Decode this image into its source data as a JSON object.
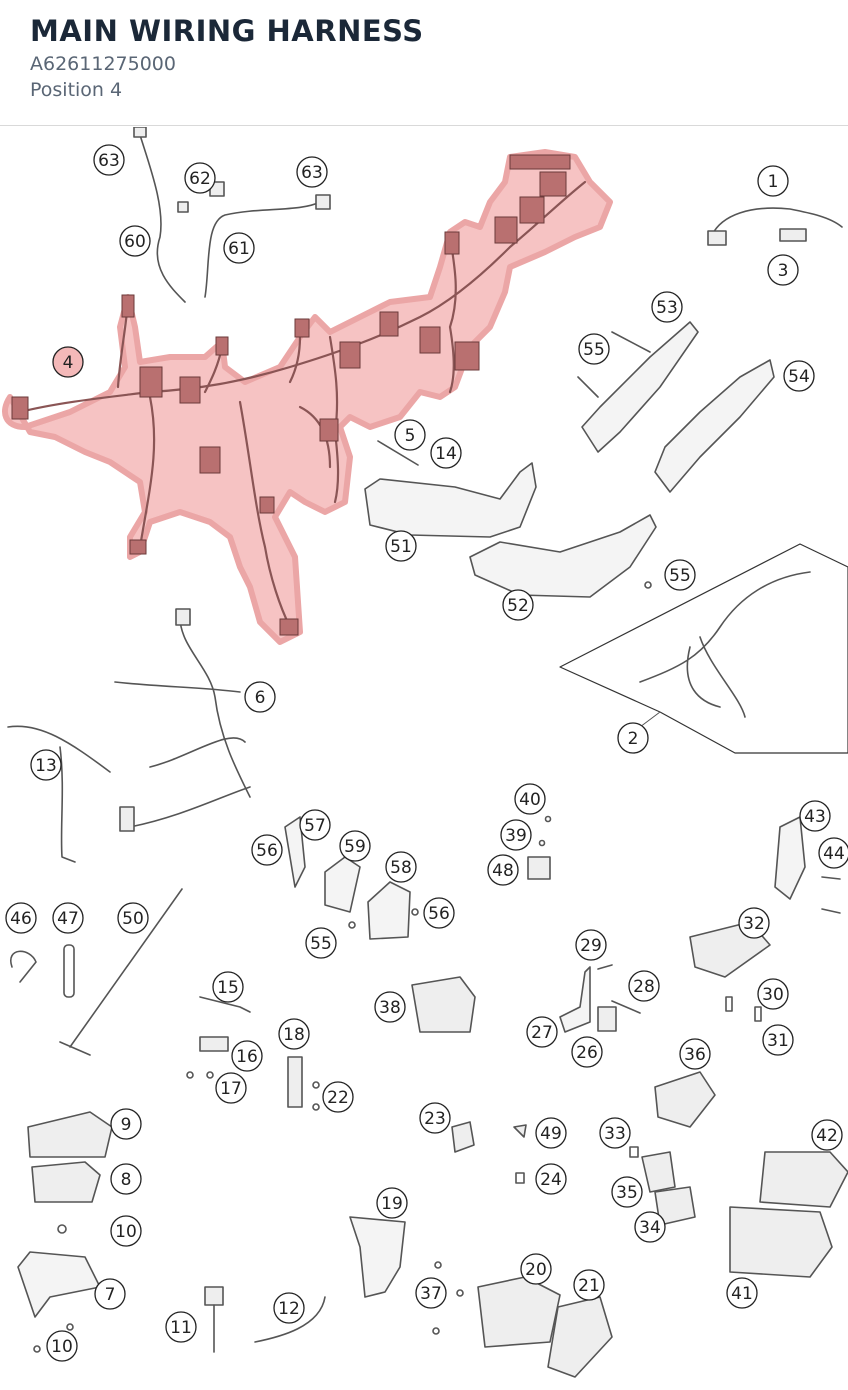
{
  "header": {
    "title": "MAIN WIRING HARNESS",
    "part_number": "A62611275000",
    "position": "Position 4"
  },
  "diagram": {
    "highlight_color": "#f4b9b9",
    "highlight_stroke": "#e38f8f",
    "line_color": "#555555",
    "selected_callout": "4",
    "callouts": [
      "63",
      "62",
      "60",
      "61",
      "63",
      "1",
      "3",
      "4",
      "53",
      "55",
      "54",
      "5",
      "14",
      "51",
      "52",
      "55",
      "2",
      "6",
      "13",
      "57",
      "56",
      "59",
      "58",
      "56",
      "55",
      "40",
      "39",
      "48",
      "43",
      "44",
      "46",
      "47",
      "50",
      "15",
      "16",
      "17",
      "18",
      "22",
      "38",
      "29",
      "28",
      "27",
      "26",
      "32",
      "30",
      "31",
      "36",
      "9",
      "8",
      "10",
      "7",
      "10",
      "11",
      "12",
      "19",
      "23",
      "49",
      "24",
      "33",
      "35",
      "34",
      "42",
      "41",
      "20",
      "21",
      "37"
    ]
  }
}
